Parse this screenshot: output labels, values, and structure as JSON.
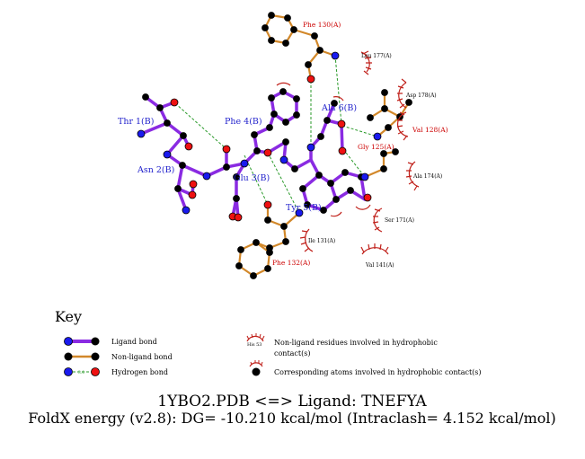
{
  "ligand_residues": [
    "Thr 1(B)",
    "Asn 2(B)",
    "Glu 3(B)",
    "Phe 4(B)",
    "Tyr 5(B)",
    "Ala 6(B)"
  ],
  "contact_residues": [
    "Phe 130(A)",
    "Leu 177(A)",
    "Asp 178(A)",
    "Val 128(A)",
    "Gly 125(A)",
    "Ala 174(A)",
    "Ser 171(A)",
    "Val 141(A)",
    "Ile 131(A)",
    "Phe 132(A)"
  ],
  "key": {
    "title": "Key",
    "ligand_bond": "Ligand bond",
    "non_ligand_bond": "Non-ligand bond",
    "hydrogen_bond": "Hydrogen bond",
    "hbond_distance": "3.0",
    "hydrophobic_sample": "His 53",
    "hydrophobic_residues_line1": "Non-ligand residues involved in hydrophobic",
    "hydrophobic_residues_line2": "contact(s)",
    "hydrophobic_atoms": "Corresponding atoms involved in hydrophobic contact(s)"
  },
  "footer": {
    "line1": "1YBO2.PDB <=> Ligand: TNEFYA",
    "line2": "FoldX energy (v2.8): DG= -10.210 kcal/mol (Intraclash= 4.152 kcal/mol)"
  },
  "colors": {
    "ligand_bond": "#8a2be2",
    "non_ligand_bond": "#d2882a",
    "hydrogen_bond": "#2a9a2a",
    "hydrophobic": "#c0201a",
    "nitrogen": "#1a1aee",
    "oxygen": "#ee1111",
    "carbon": "#000000"
  }
}
